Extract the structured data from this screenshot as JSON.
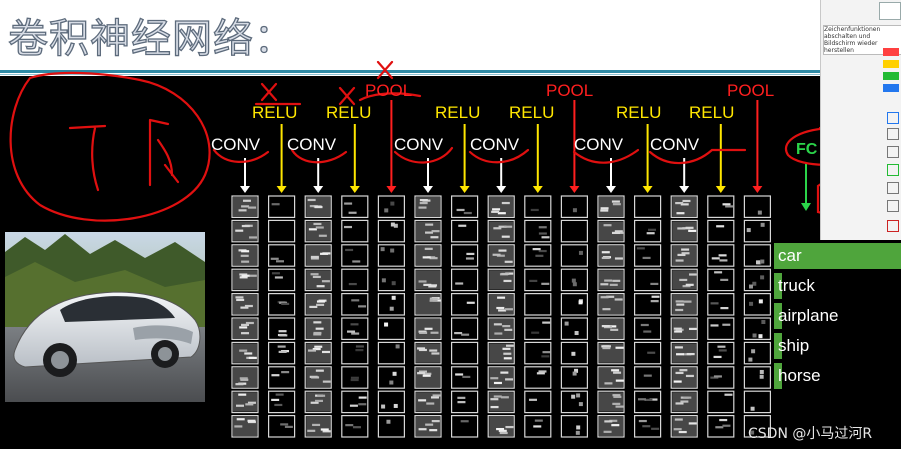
{
  "title": "卷积神经网络：",
  "labels": {
    "pool_1": "POOL",
    "pool_2": "POOL",
    "pool_3": "POOL",
    "relu_1": "RELU",
    "relu_2": "RELU",
    "relu_3": "RELU",
    "relu_4": "RELU",
    "relu_5": "RELU",
    "relu_6": "RELU",
    "conv_1": "CONV",
    "conv_2": "CONV",
    "conv_3": "CONV",
    "conv_4": "CONV",
    "conv_5": "CONV",
    "conv_6": "CONV",
    "fc": "FC"
  },
  "layer_sequence": [
    "conv",
    "relu",
    "conv",
    "relu",
    "pool",
    "conv",
    "relu",
    "conv",
    "relu",
    "pool",
    "conv",
    "relu",
    "conv",
    "relu",
    "pool"
  ],
  "classes": [
    {
      "label": "car",
      "score": 1.0
    },
    {
      "label": "truck",
      "score": 0.06
    },
    {
      "label": "airplane",
      "score": 0.05
    },
    {
      "label": "ship",
      "score": 0.04
    },
    {
      "label": "horse",
      "score": 0.03
    }
  ],
  "colors": {
    "conv": "#ffffff",
    "relu": "#ffe600",
    "pool": "#ff1f1f",
    "fc": "#2bd44a",
    "bars": "#4fa53c",
    "annotation": "#e01010"
  },
  "watermark": "CSDN @小马过河R",
  "snip_note": "Zeichenfunktionen abschalten und Bildschirm wieder herstellen"
}
